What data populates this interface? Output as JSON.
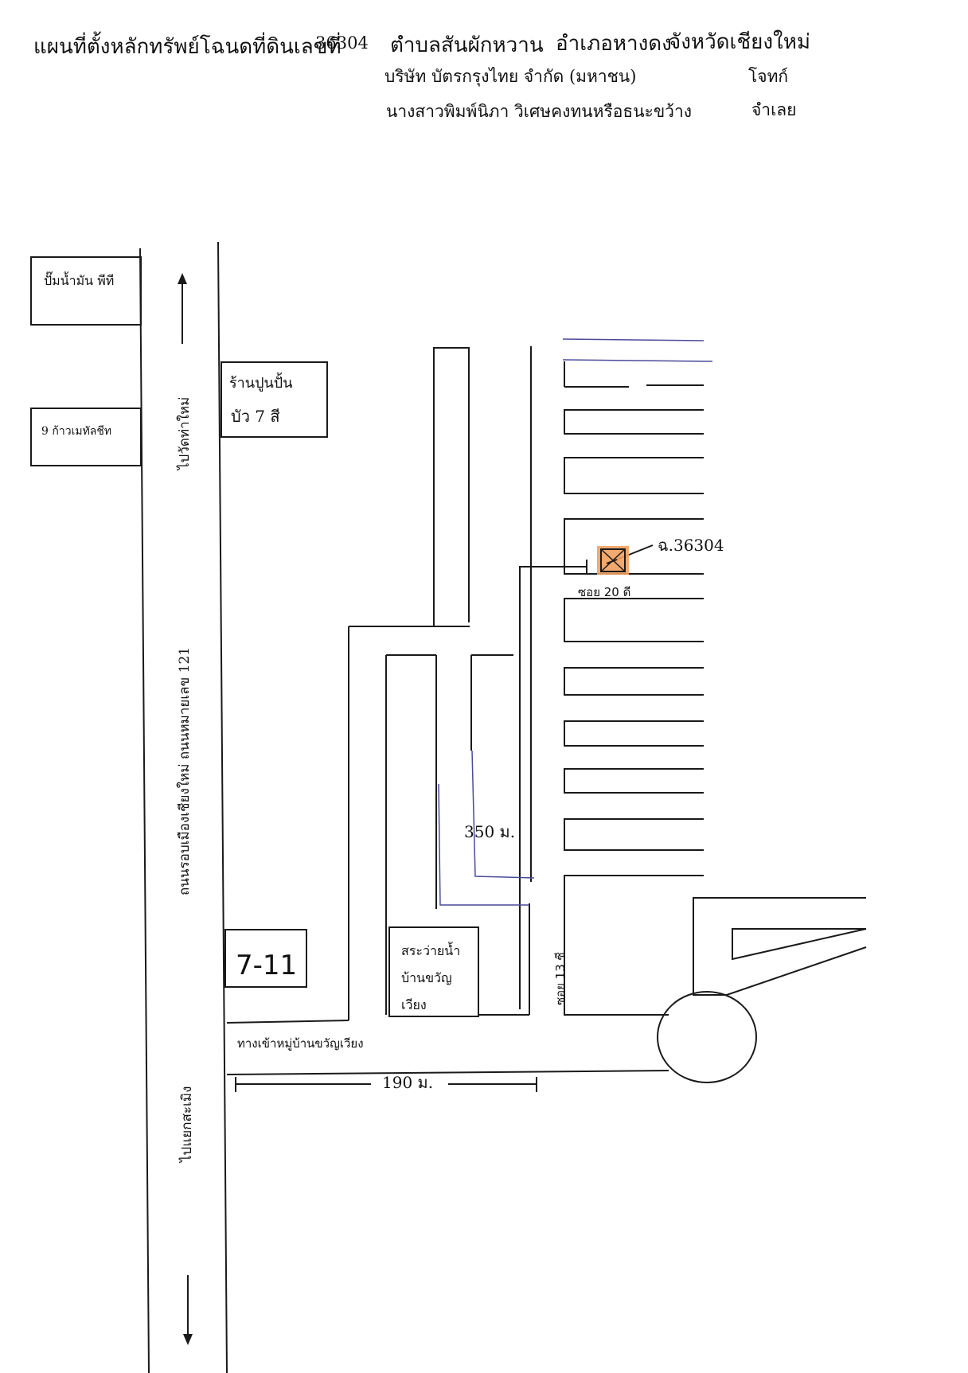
{
  "header": {
    "title": "แผนที่ตั้งหลักทรัพย์โฉนดที่ดินเลขที่",
    "deed_number": "36304",
    "subdistrict": "ตำบลสันผักหวาน",
    "district": "อำเภอหางดง",
    "province": "จังหวัดเชียงใหม่",
    "plaintiff_name": "บริษัท บัตรกรุงไทย จำกัด (มหาชน)",
    "plaintiff_role": "โจทก์",
    "defendant_name": "นางสาวพิมพ์นิภา วิเศษคงทนหรือธนะขว้าง",
    "defendant_role": "จำเลย"
  },
  "map": {
    "landmarks": {
      "gas_station": "ปั๊มน้ำมัน พีที",
      "metal_sheet": "9 ก้าวเมทัลชีท",
      "cement_shop_line1": "ร้านปูนปั้น",
      "cement_shop_line2": "บัว 7 สี",
      "seven_eleven": "7-11",
      "pool_line1": "สระว่ายน้ำ",
      "pool_line2": "บ้านขวัญ",
      "pool_line3": "เวียง"
    },
    "roads": {
      "to_wat_tha_mai": "ไปวัดท่าใหม่",
      "ring_road": "ถนนรอบเมืองเชียงใหม่ ถนนหมายเลข 121",
      "to_intersection": "ไปแยกสะเมิง",
      "village_entrance": "ทางเข้าหมู่บ้านขวัญเวียง",
      "soi_20": "ซอย 20 ดี",
      "soi_13": "ซอย 13 ซี"
    },
    "parcel_label": "ฉ.36304",
    "distances": {
      "d350": "350 ม.",
      "d190": "190 ม."
    },
    "colors": {
      "line": "#1a1a1a",
      "parcel_fill": "#f0a060",
      "blue_line": "#4a4a9a"
    }
  }
}
